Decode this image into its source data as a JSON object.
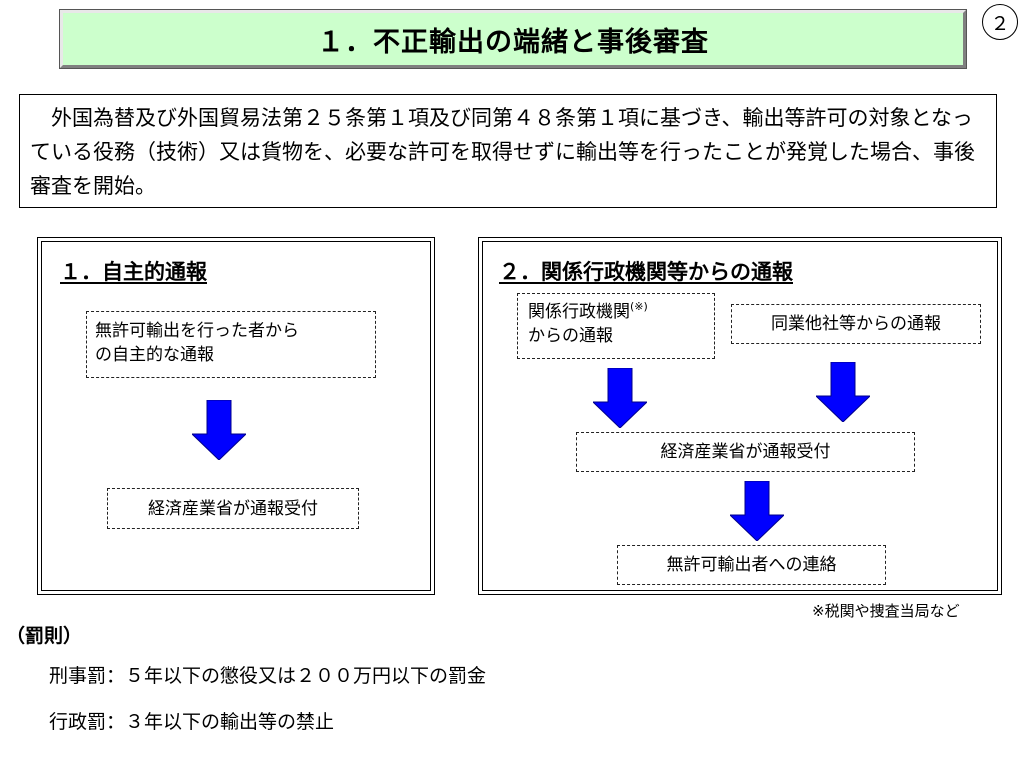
{
  "title": "１．不正輸出の端緒と事後審査",
  "page_number": "２",
  "intro_text": "外国為替及び外国貿易法第２５条第１項及び同第４８条第１項に基づき、輸出等許可の対象となっている役務（技術）又は貨物を、必要な許可を取得せずに輸出等を行ったことが発覚した場合、事後審査を開始。",
  "section1": {
    "heading": "１．自主的通報",
    "source_line1": "無許可輸出を行った者から",
    "source_line2": "の自主的な通報",
    "receiver": "経済産業省が通報受付"
  },
  "section2": {
    "heading": "２．関係行政機関等からの通報",
    "source_a_line1": "関係行政機関",
    "source_a_mark": "(※)",
    "source_a_line2": "からの通報",
    "source_b": "同業他社等からの通報",
    "receiver": "経済産業省が通報受付",
    "contact": "無許可輸出者への連絡"
  },
  "footnote": "※税関や捜査当局など",
  "penalties": {
    "heading": "（罰則）",
    "criminal": "刑事罰：５年以下の懲役又は２００万円以下の罰金",
    "administrative": "行政罰：３年以下の輸出等の禁止"
  },
  "colors": {
    "title_bg": "#ccffcc",
    "arrow": "#0000ff"
  }
}
